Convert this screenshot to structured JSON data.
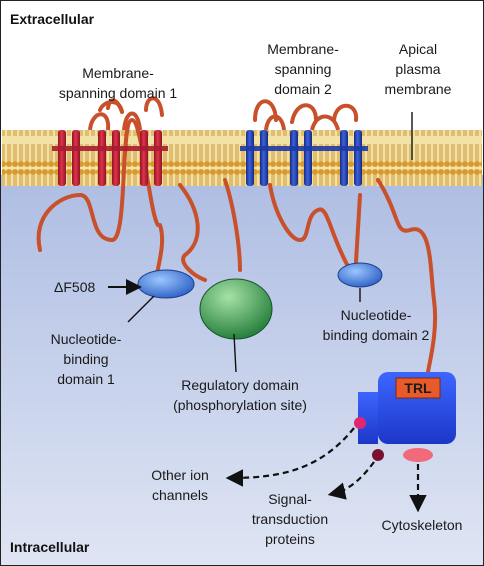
{
  "labels": {
    "extracellular": "Extracellular",
    "intracellular": "Intracellular",
    "msd1": [
      "Membrane-",
      "spanning domain 1"
    ],
    "msd2": [
      "Membrane-",
      "spanning",
      "domain 2"
    ],
    "apical": [
      "Apical",
      "plasma",
      "membrane"
    ],
    "deltaF508": "ΔF508",
    "nbd1": [
      "Nucleotide-",
      "binding",
      "domain 1"
    ],
    "nbd2": [
      "Nucleotide-",
      "binding domain 2"
    ],
    "regulatory": [
      "Regulatory domain",
      "(phosphorylation site)"
    ],
    "trl": "TRL",
    "other_ion": [
      "Other ion",
      "channels"
    ],
    "signal": [
      "Signal-",
      "transduction",
      "proteins"
    ],
    "cytoskeleton": "Cytoskeleton"
  },
  "colors": {
    "extracellular_bg": "#ffffff",
    "intracellular_bg": "#b9c6e6",
    "membrane": "#d9a441",
    "msd1_helix": "#c8273a",
    "msd2_helix": "#2342b8",
    "chain": "#c8502a",
    "nbd": "#3f78d8",
    "regulatory": "#2f9a48",
    "pdz_box": "#2148e0",
    "trl_tag": "#e85a2a",
    "binding_pink": "#e0266f",
    "binding_maroon": "#7a1030",
    "binding_salmon": "#f06a7a"
  }
}
